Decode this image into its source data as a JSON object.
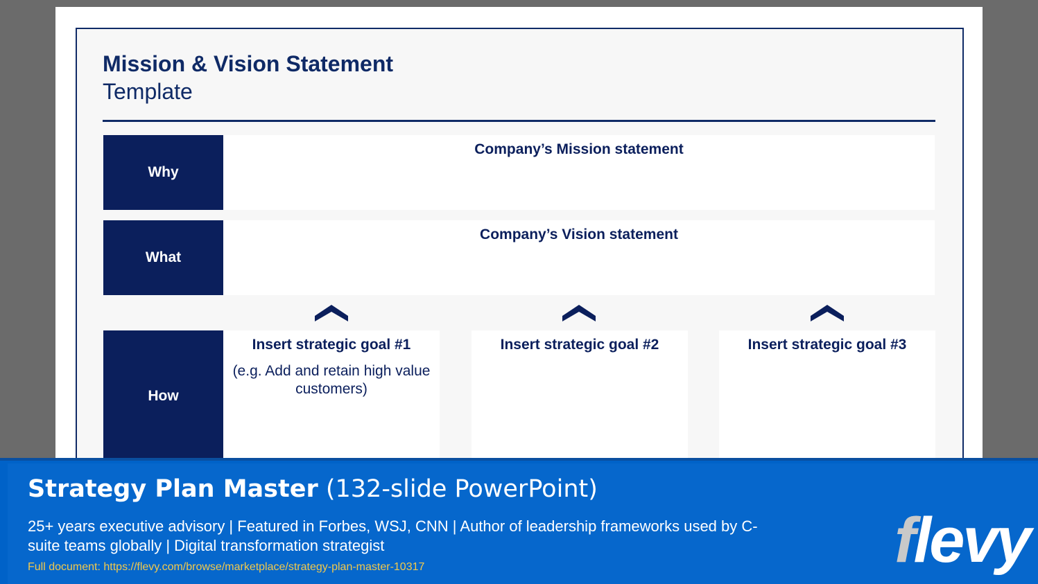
{
  "slide": {
    "title": "Mission & Vision Statement",
    "subtitle": "Template",
    "rows": [
      {
        "label": "Why",
        "heading": "Company’s Mission statement"
      },
      {
        "label": "What",
        "heading": "Company’s Vision statement"
      }
    ],
    "how_label": "How",
    "goals": [
      {
        "heading": "Insert strategic goal #1",
        "desc": "(e.g. Add and retain high value customers)"
      },
      {
        "heading": "Insert strategic goal #2",
        "desc": ""
      },
      {
        "heading": "Insert strategic goal #3",
        "desc": ""
      }
    ],
    "icons": [
      "chevron-up-icon",
      "chevron-up-icon",
      "chevron-up-icon"
    ],
    "colors": {
      "navy": "#0b1f5c",
      "banner": "#0667cc",
      "link": "#f2c94c"
    }
  },
  "banner": {
    "title_bold": "Strategy Plan Master",
    "title_light": "(132-slide PowerPoint)",
    "description": "25+ years executive advisory | Featured in Forbes, WSJ, CNN | Author of leadership frameworks used by C-suite teams globally | Digital transformation strategist",
    "link": "Full document: https://flevy.com/browse/marketplace/strategy-plan-master-10317",
    "logo_f": "f",
    "logo_rest": "levy"
  }
}
